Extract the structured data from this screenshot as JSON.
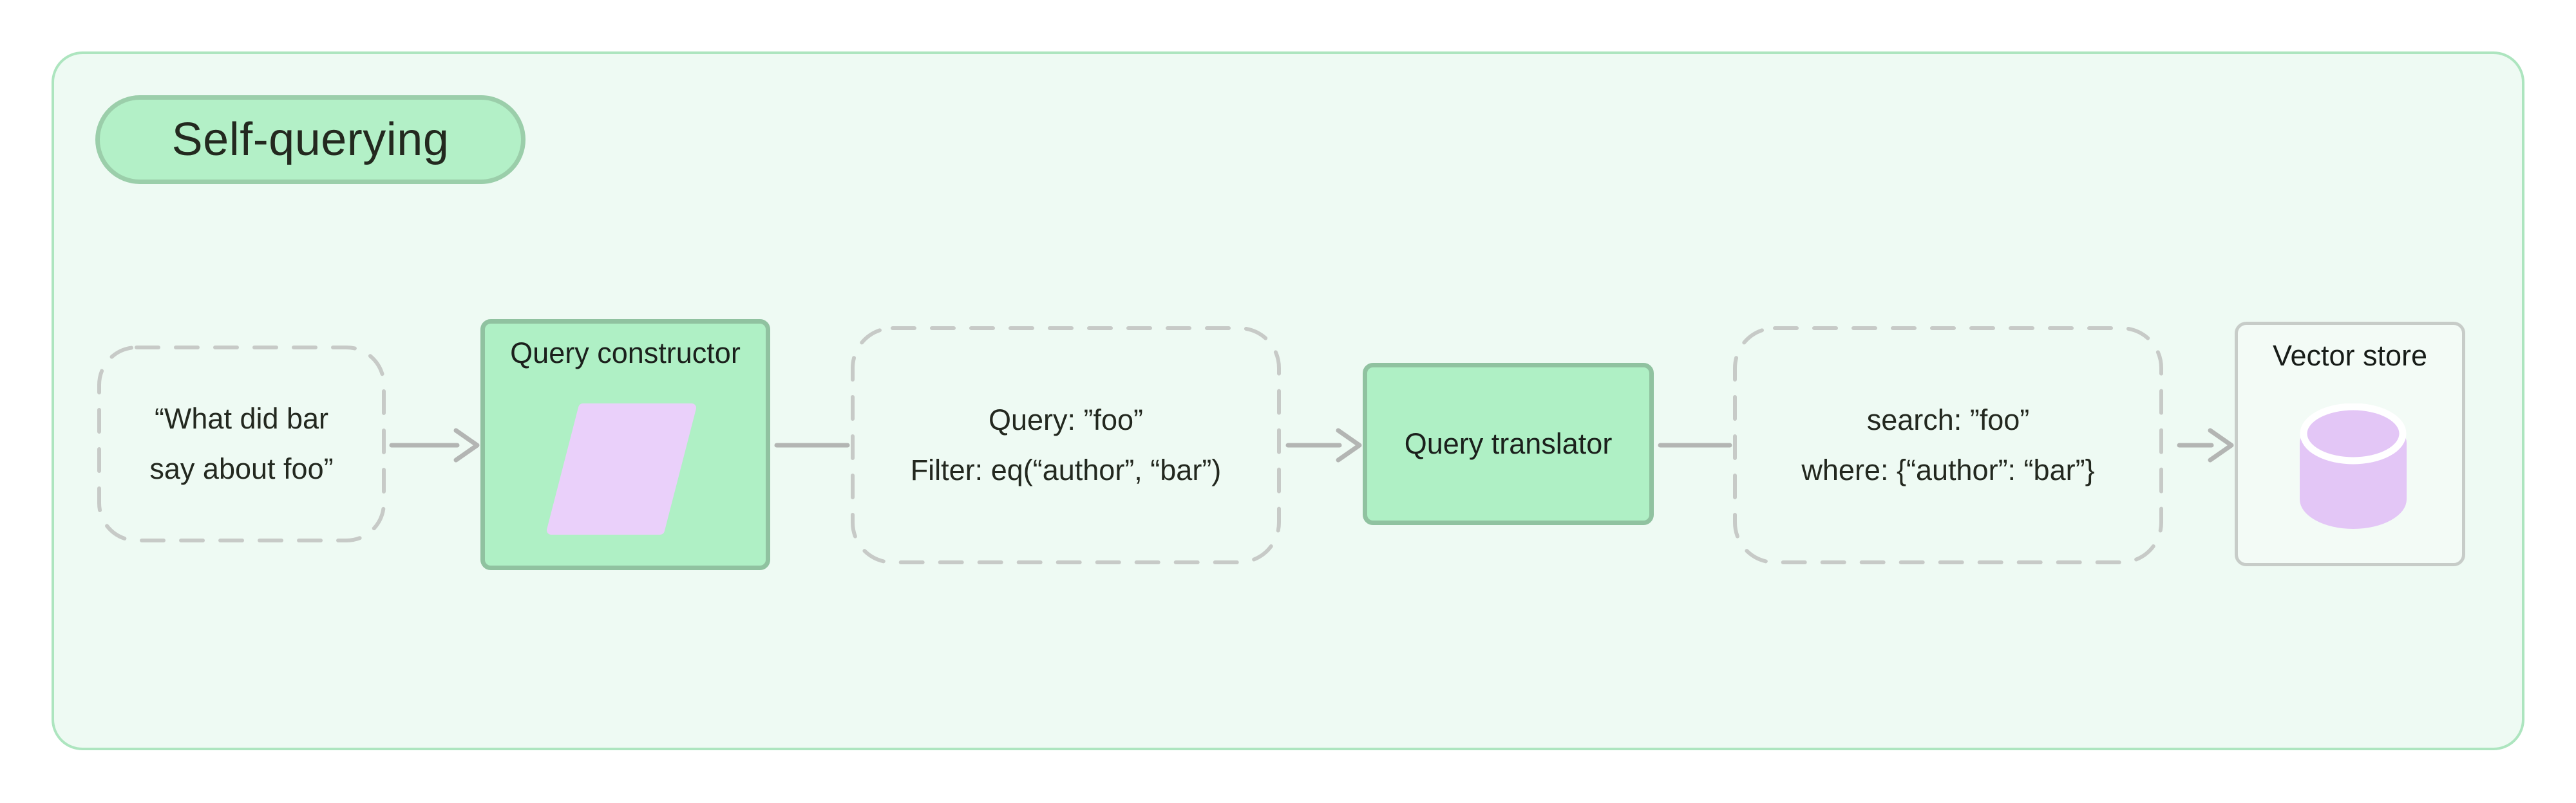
{
  "diagram": {
    "title": "Self-querying",
    "nodes": [
      {
        "id": "user-query",
        "type": "dashed",
        "lines": [
          "“What did bar",
          "say about foo”"
        ]
      },
      {
        "id": "query-constructor",
        "type": "solid-green",
        "label": "Query constructor",
        "icon": "parallelogram-icon"
      },
      {
        "id": "constructed-query",
        "type": "dashed",
        "lines": [
          "Query: ”foo”",
          "Filter: eq(“author”, “bar”)"
        ]
      },
      {
        "id": "query-translator",
        "type": "solid-green",
        "label": "Query translator"
      },
      {
        "id": "translated-query",
        "type": "dashed",
        "lines": [
          "search: ”foo”",
          "where: {“author”: “bar”}"
        ]
      },
      {
        "id": "vector-store",
        "type": "outlined",
        "label": "Vector store",
        "icon": "database-icon"
      }
    ],
    "connectors": [
      {
        "from": "user-query",
        "to": "query-constructor",
        "style": "arrow"
      },
      {
        "from": "query-constructor",
        "to": "constructed-query",
        "style": "line"
      },
      {
        "from": "constructed-query",
        "to": "query-translator",
        "style": "arrow"
      },
      {
        "from": "query-translator",
        "to": "translated-query",
        "style": "line"
      },
      {
        "from": "translated-query",
        "to": "vector-store",
        "style": "arrow"
      }
    ],
    "colors": {
      "page_background": "#ffffff",
      "canvas_background": "#eefaf3",
      "canvas_border": "#ade5bf",
      "badge_fill": "#b3f0c7",
      "badge_border": "#9bceaa",
      "node_green_fill": "#aff0c5",
      "node_green_border": "#90c2a0",
      "dashed_border": "#c7cac7",
      "outlined_node_fill": "#f3fbf6",
      "outlined_node_border": "#c7ccc8",
      "connector_gray": "#b3b5b3",
      "icon_purple": "#ead0fa",
      "text": "#23281f"
    }
  }
}
